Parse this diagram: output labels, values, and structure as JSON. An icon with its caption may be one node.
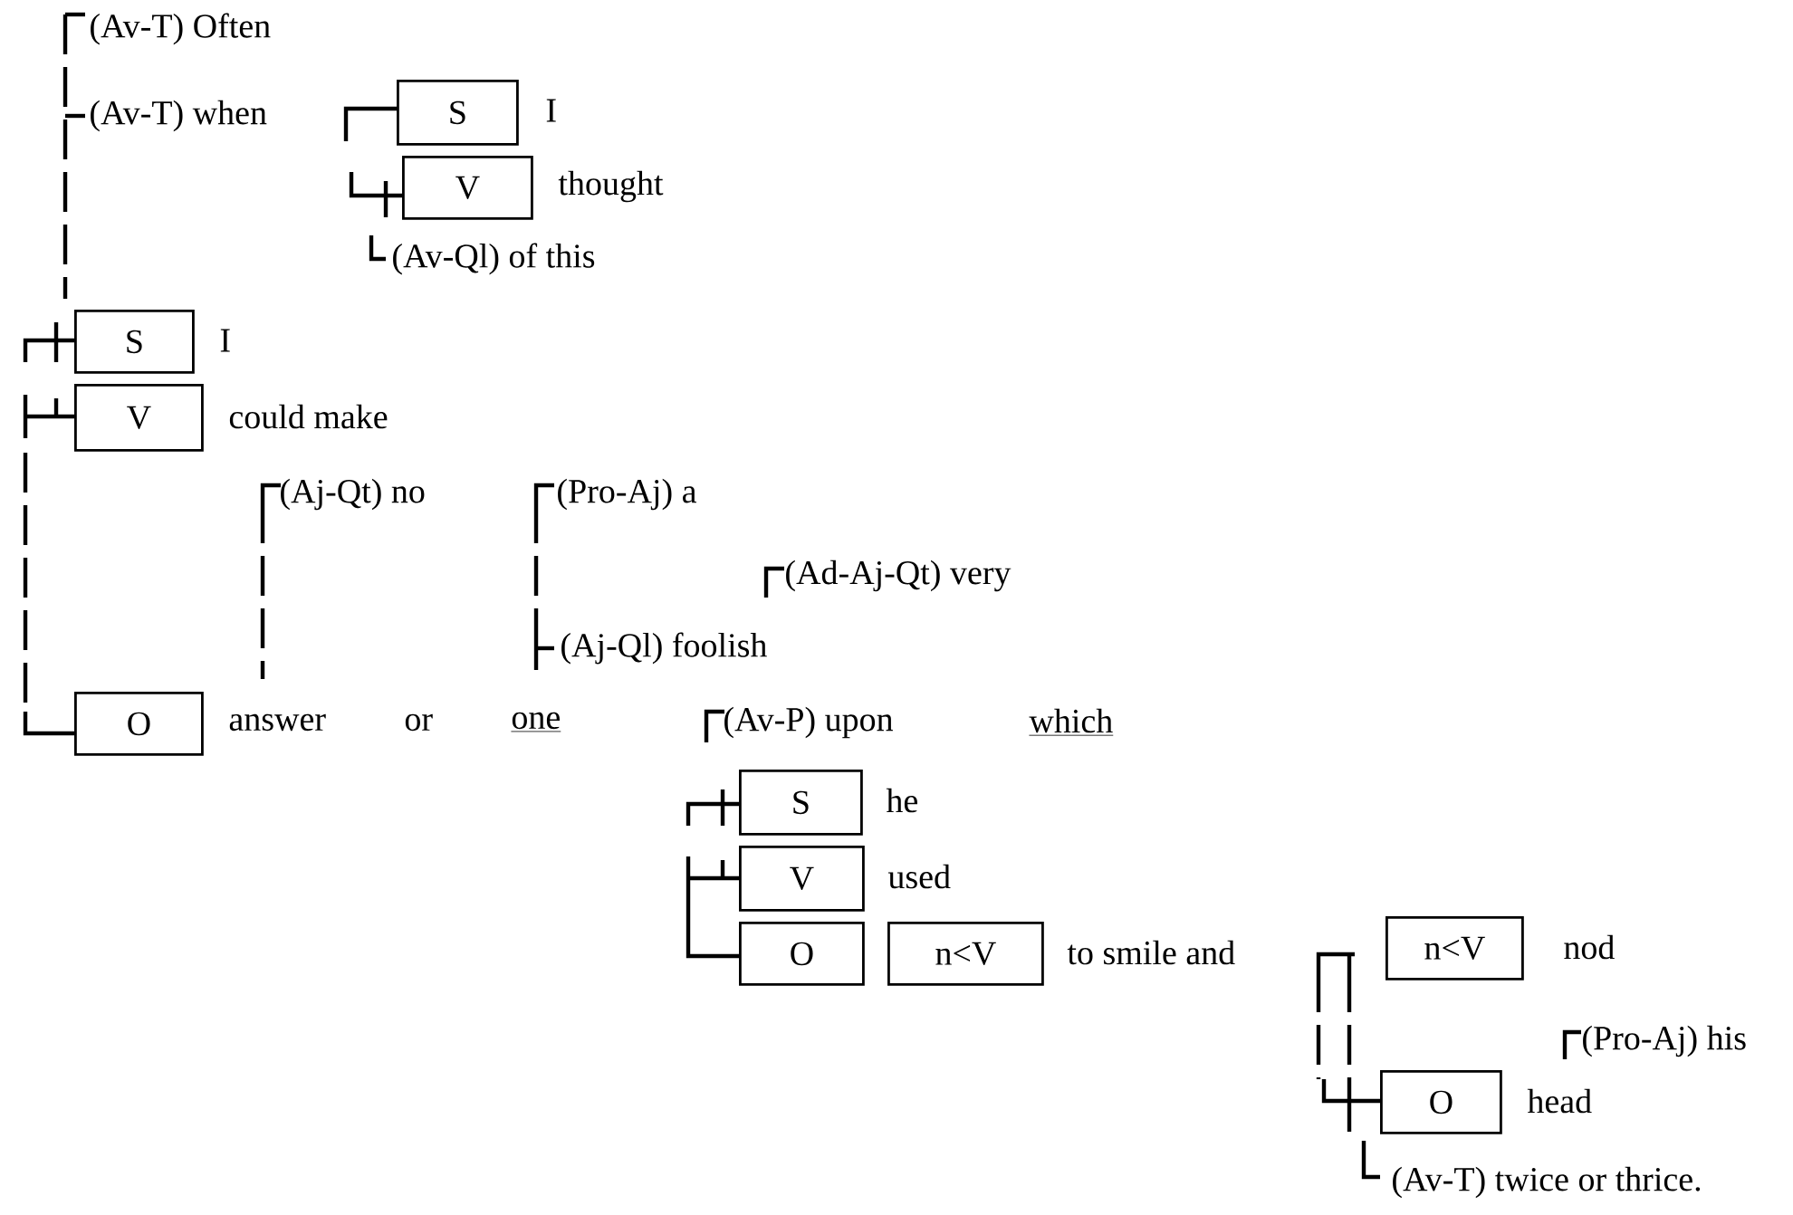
{
  "diagram": {
    "nodes": [
      {
        "text": [
          "S"
        ],
        "beside": [
          "I"
        ]
      },
      {
        "text": [
          "V"
        ],
        "beside": [
          "thought"
        ]
      },
      {
        "text": [
          "S"
        ],
        "beside": [
          "I"
        ]
      },
      {
        "text": [
          "V"
        ],
        "beside": [
          "could make"
        ]
      },
      {
        "text": [
          "O"
        ],
        "beside": [
          "answer",
          "or",
          "one"
        ]
      },
      {
        "text": [
          "S"
        ],
        "beside": [
          "he"
        ]
      },
      {
        "text": [
          "V"
        ],
        "beside": [
          "used"
        ]
      },
      {
        "text": [
          "O"
        ]
      },
      {
        "text": [
          "n<V"
        ],
        "beside": [
          "to smile and"
        ]
      },
      {
        "text": [
          "n<V"
        ],
        "beside": [
          "nod"
        ]
      },
      {
        "text": [
          "O"
        ],
        "beside": [
          "head"
        ]
      }
    ],
    "labels": [
      "(Av-T) Often",
      "(Av-T) when",
      "(Av-Ql) of this",
      "(Aj-Qt) no",
      "(Pro-Aj) a",
      "(Ad-Aj-Qt) very",
      "(Aj-Ql) foolish",
      "(Av-P) upon",
      "which",
      "(Pro-Aj) his",
      "(Av-T) twice or thrice."
    ]
  }
}
